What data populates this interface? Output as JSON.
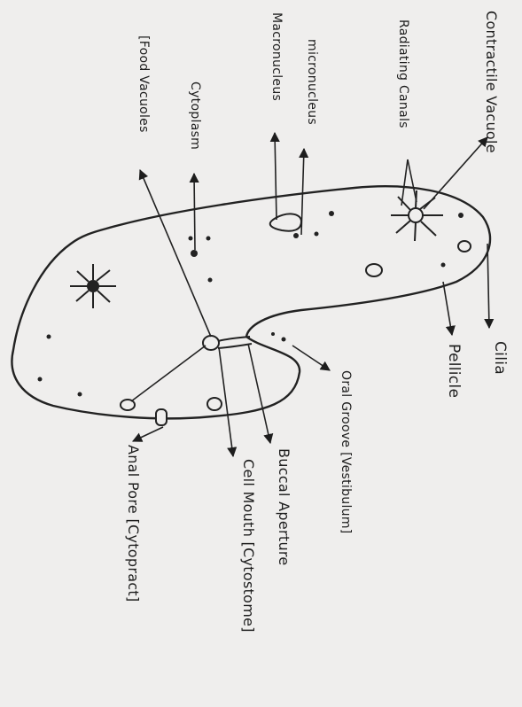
{
  "labels": {
    "contractile_vacuole": "Contractile Vacuole",
    "radiating_canals": "Radiating Canals",
    "micronucleus": "micronucleus",
    "macronucleus": "Macronucleus",
    "cytoplasm": "Cytoplasm",
    "food_vacuoles": "[Food Vacuoles",
    "cilia": "Cilia",
    "pellicle": "Pellicle",
    "oral_groove": "Oral Groove [Vestibulum]",
    "buccal_aperture": "Buccal Aperture",
    "cell_mouth": "Cell Mouth [Cytostome]",
    "anal_pore": "Anal Pore [Cytopract]"
  },
  "colors": {
    "paper": "#efeeed",
    "ink": "#1d1d1d"
  }
}
